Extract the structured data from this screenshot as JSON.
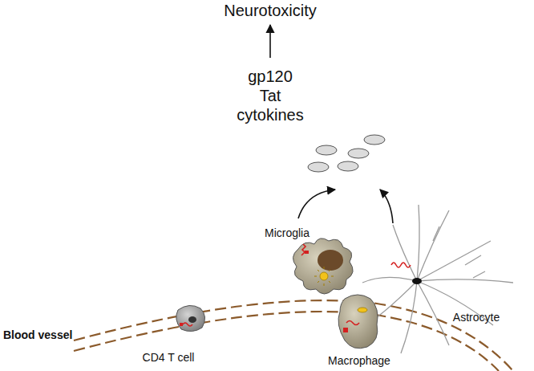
{
  "diagram": {
    "labels": [
      "Neurotoxicity",
      "gp120",
      "Tat",
      "cytokines",
      "Microglia",
      "Blood vessel",
      "CD4 T cell",
      "Macrophage",
      "Astrocyte"
    ]
  }
}
